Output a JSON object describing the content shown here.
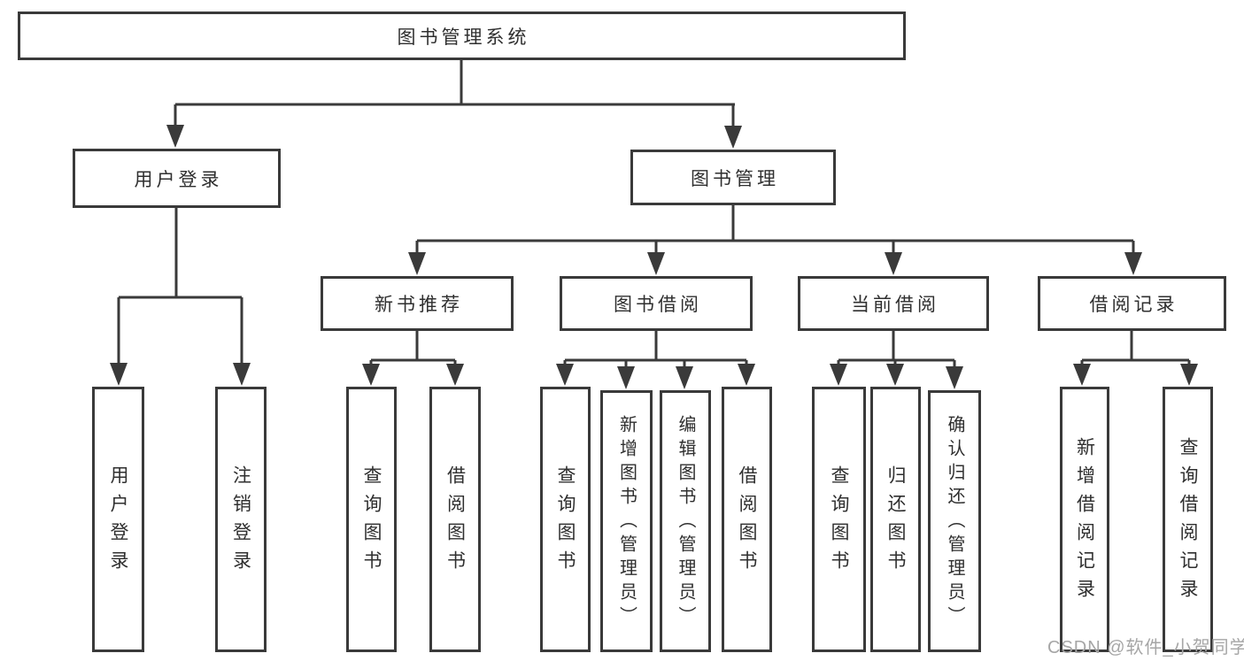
{
  "diagram": {
    "root": {
      "label": "图书管理系统"
    },
    "level2": {
      "user_login": {
        "label": "用户登录"
      },
      "book_management": {
        "label": "图书管理"
      }
    },
    "user_login_children": [
      {
        "label": "用户登录"
      },
      {
        "label": "注销登录"
      }
    ],
    "sections": [
      {
        "label": "新书推荐",
        "children": [
          {
            "label": "查询图书"
          },
          {
            "label": "借阅图书"
          }
        ]
      },
      {
        "label": "图书借阅",
        "children": [
          {
            "label": "查询图书"
          },
          {
            "label": "新增图书（管理员）"
          },
          {
            "label": "编辑图书（管理员）"
          },
          {
            "label": "借阅图书"
          }
        ]
      },
      {
        "label": "当前借阅",
        "children": [
          {
            "label": "查询图书"
          },
          {
            "label": "归还图书"
          },
          {
            "label": "确认归还（管理员）"
          }
        ]
      },
      {
        "label": "借阅记录",
        "children": [
          {
            "label": "新增借阅记录"
          },
          {
            "label": "查询借阅记录"
          }
        ]
      }
    ]
  },
  "watermark": {
    "text": "CSDN @软件_小贺同学"
  },
  "colors": {
    "line": "#3a3a3a",
    "text": "#2f2f2f",
    "watermark": "#a6a6a6",
    "background": "#ffffff"
  }
}
